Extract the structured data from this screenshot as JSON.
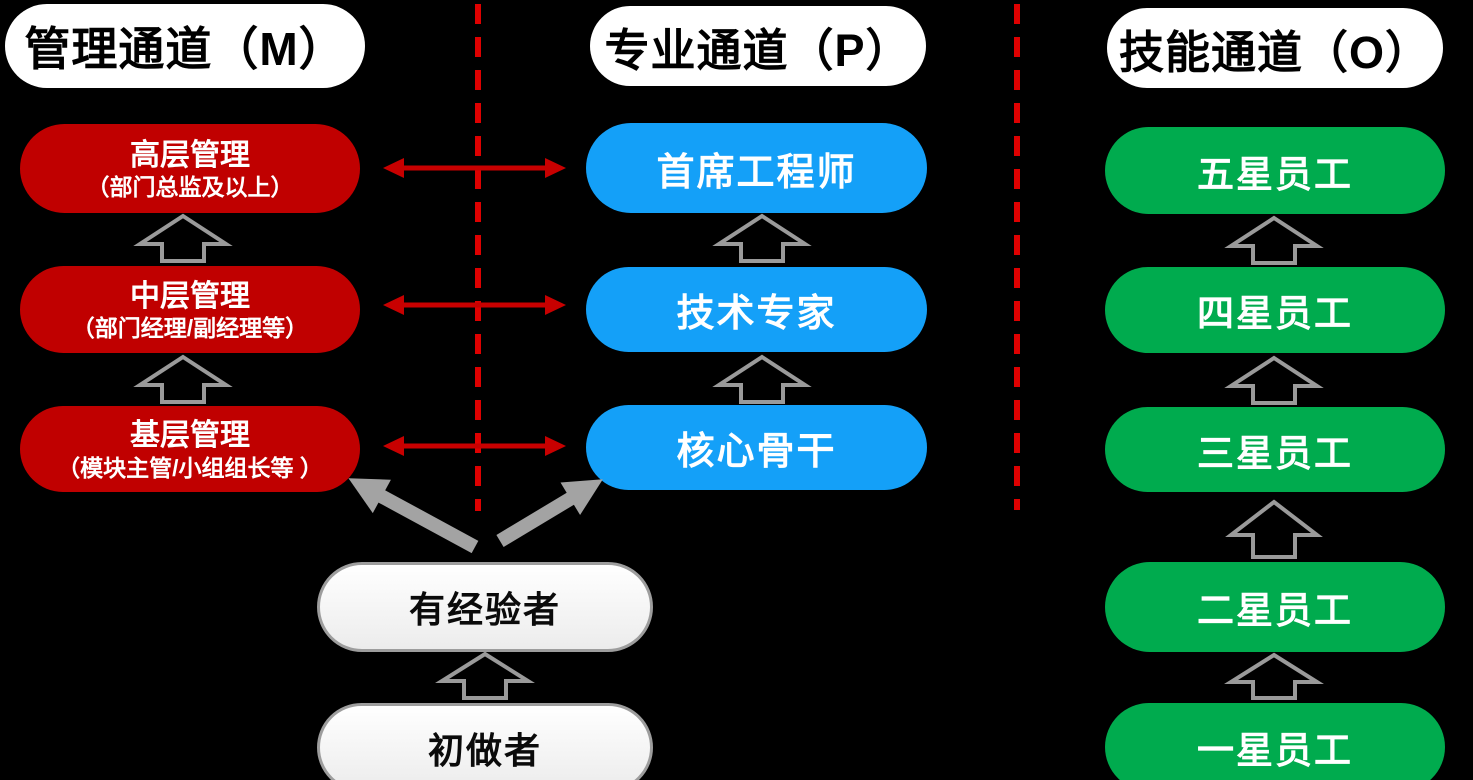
{
  "colors": {
    "background": "#000000",
    "management_red": "#C00000",
    "professional_blue": "#14A0F8",
    "skill_green": "#00AB4E",
    "connector_red": "#C80000",
    "divider_red": "#DE0000",
    "arrow_gray": "#9A9A9A",
    "thick_arrow_gray": "#A3A3A3",
    "entry_border": "#9D9D9D",
    "header_bg": "#FFFFFF",
    "header_text": "#000000"
  },
  "columns": [
    {
      "id": "management",
      "header": "管理通道（M）",
      "levels": [
        {
          "title": "高层管理",
          "subtitle": "（部门总监及以上）"
        },
        {
          "title": "中层管理",
          "subtitle": "（部门经理/副经理等）"
        },
        {
          "title": "基层管理",
          "subtitle": "（模块主管/小组组长等 ）"
        }
      ]
    },
    {
      "id": "professional",
      "header": "专业通道（P）",
      "levels": [
        {
          "title": "首席工程师"
        },
        {
          "title": "技术专家"
        },
        {
          "title": "核心骨干"
        }
      ]
    },
    {
      "id": "skill",
      "header": "技能通道（O）",
      "levels": [
        {
          "title": "五星员工"
        },
        {
          "title": "四星员工"
        },
        {
          "title": "三星员工"
        },
        {
          "title": "二星员工"
        },
        {
          "title": "一星员工"
        }
      ]
    }
  ],
  "entry_track": {
    "levels": [
      {
        "title": "有经验者"
      },
      {
        "title": "初做者"
      }
    ]
  }
}
